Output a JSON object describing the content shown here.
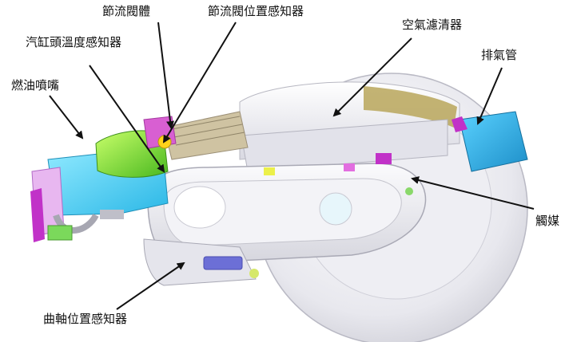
{
  "labels": {
    "throttle_body": "節流閥體",
    "throttle_position_sensor": "節流閥位置感知器",
    "head_temp_sensor": "汽缸頭溫度感知器",
    "fuel_injector": "燃油噴嘴",
    "air_filter": "空氣濾清器",
    "exhaust_pipe": "排氣管",
    "catalyst": "觸媒",
    "crank_position_sensor": "曲軸位置感知器"
  }
}
